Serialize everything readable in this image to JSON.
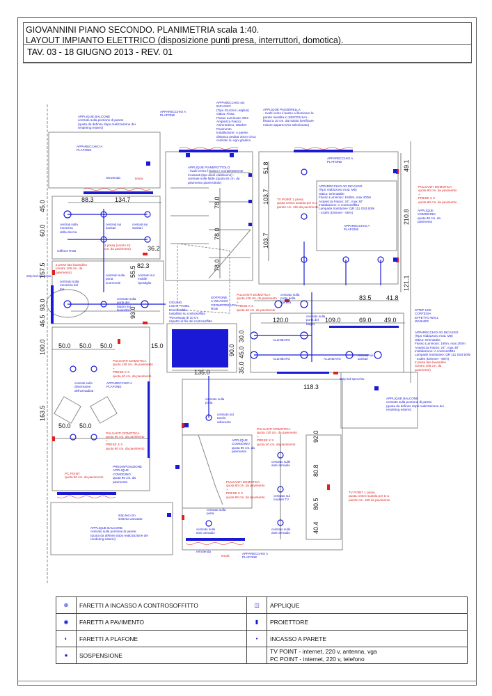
{
  "header": {
    "line1": "GIOVANNINI PIANO SECONDO. PLANIMETRIA scala 1:40.",
    "line2": "LAYOUT IMPIANTO ELETTRICO (disposizione punti presa, interruttori, domotica).",
    "revision": "TAV. 03 - 18 GIUGNO 2013 - REV. 01"
  },
  "colors": {
    "fixture": "#1a1ad6",
    "domotica": "#e02020",
    "wall": "#888888"
  },
  "plan": {
    "labels": [
      {
        "text": "APPLIQUE BALCONE\ncentrato sulla porzione di parete\n(quota da definire dopo realizzazione dei\nrendering esterni)"
      },
      {
        "text": "APPARECCHIO A\nPLAFONE"
      },
      {
        "text": "APPARECCHIO AD\nINCASSO\n(Tipo iGuzzini Ledplus)\nOttica: Fissa\nFlusso Luminoso: 80m\nAmpiezza Fascio:\nAsimmetrico, Washer\nPavimento\nInstallazione: A parete,\ndistanza pedata 30cm circa;\ncentrato su ogni gradino"
      },
      {
        "text": "APPLIQUE PASSERELLA\n- rivolti verso il basso a illuminare la\nparete rivestita in SENTOUSAI -\nfissati a 10 cm. dal solaio (verificare\nmisure apparecchio selezionato)"
      },
      {
        "text": "APPARECCHIO A\nPLAFONE"
      },
      {
        "text": "APPLIQUE PIANEROTTOLO\n- rivolti verso il basso e completamente\nincassati (tipo diodi vialsbuono) -\ncentrate sulle falde (quota 50 cm. da\npavimento pianerottolo)"
      },
      {
        "text": "retrotenda"
      },
      {
        "text": "tenda"
      },
      {
        "text": "centrati sulla\nmezzeria\ndella doccia"
      },
      {
        "text": "centrati sui\nsanitari"
      },
      {
        "text": "centrati sui\nsanitari"
      },
      {
        "text": "soffione RGB"
      },
      {
        "text": "1 presa (centro 40\ncm. da pavimento)"
      },
      {
        "text": "APPARECCHIO A\nPLAFONE"
      },
      {
        "text": "TV POINT 1 presa\nquota centro scatola per tv a\nparete cm. 150 da pavimento"
      },
      {
        "text": "APPARECCHIO AD INCASSO\n(Tipo Viabizzuno mod. M6)\nOttica: Orientabile\nFlusso Luminoso: 1bd0m, max 200m\nAmpiezza Fascio: 24°, max 30°\nInstallazione: A controsoffitto\nLampade Sostitutive: QR 111 G53 50W\n- 443lm (Dimmer - 80%)"
      },
      {
        "text": "APPARECCHIO A\nPLAFONE"
      },
      {
        "text": "PULSANTI DOMOTICA\nquota 60 cm. da pavimento\n+\nPRESE X 3\nquota 60 cm. da pavimento"
      },
      {
        "text": "APPLIQUE\nCOMODINO\nquota 90 cm. da\npavimento"
      },
      {
        "text": "2 prese lato lavandino\n(centro 106 cm. da\npavimento)"
      },
      {
        "text": "centrato sulla\nmezzeria del\ntop"
      },
      {
        "text": "strip led specchio"
      },
      {
        "text": "centrato sulla\nporta\nscorrevole"
      },
      {
        "text": "centrato sul\nmobile\nripostiglio"
      },
      {
        "text": "centrato sulla\nporta del\nbagno sul\nlavandino"
      },
      {
        "text": "CEILING\nLIGHT PANEL\nDimmerabile\nInstallato su controsoffitto\n*Recessato di 10 cm\nrispetto al filo del controsoffitto"
      },
      {
        "text": "SOFFIONE\nA INCASSO\nCROMOTERAPIA\nRGB"
      },
      {
        "text": "PULSANTI DOMOTICA\nquota 120 cm. da pavimento\n+\nPRESE X 3\nquota 40 cm. da pavimento"
      },
      {
        "text": "centrato sulla\nporta della\ncamera"
      },
      {
        "text": "centrato sulla\nporta del\nbagno"
      },
      {
        "text": "STRIP LED\nCORTESIA\nEFFETTO WALL\nWASHER"
      },
      {
        "text": "ALLINEATO"
      },
      {
        "text": "ALLINEATO"
      },
      {
        "text": "ALLINEATO"
      },
      {
        "text": "centrati sui\nsanitari"
      },
      {
        "text": "APPARECCHIO AD INCASSO\n(Tipo Viabizzuno mod. M6)\nOttica: Orientabile\nFlusso Luminoso: 160m, max 200m\nAmpiezza Fascio: 24°, max 30°\nInstallazione: A controsoffitto\nLampade Sostitutive: QR 111 G53 50W\n- 443lm (Dimmer - 80%)"
      },
      {
        "text": "2 prese lato lavandino\n(centro 106 cm. da\npavimento)"
      },
      {
        "text": "strip led specchio"
      },
      {
        "text": "APPLIQUE BALCONE\ncentrato sulla porzione di parete\n(quota da definire dopo realizzazione dei\nrendering esterni)"
      },
      {
        "text": "PULSANTI DOMOTICA\nquota 120 cm. da pavimento\n+\nPRESE X 3\nquota 40 cm. da pavimento"
      },
      {
        "text": "centrati sulla\ndimensione\ndell'armadio3"
      },
      {
        "text": "APPARECCHIO A\nPLAFONE"
      },
      {
        "text": "centrato sulla\nporta"
      },
      {
        "text": "centrato sul\ntavolo\nadiacente"
      },
      {
        "text": "PULSANTI DOMOTICA\nquota 120 cm. da pavimento\n+\nPRESE X 3\nquota 40 cm. da pavimento"
      },
      {
        "text": "PULSANTI DOMOTICA\nquota 60 cm. da pavimento\n+\nPRESE X 3\nquota 60 cm. da pavimento"
      },
      {
        "text": "APPLIQUE\nCOMODINO\nquota 90 cm. da\npavimento"
      },
      {
        "text": "PC POINT\nquota 50 cm. da pavimento"
      },
      {
        "text": "PREDISPOSIZIONE\nAPPLIQUE\nCOMODINO\nquota 90 cm. da\npavimento"
      },
      {
        "text": "PULSANTI DOMOTICA\nquota 60 cm. da pavimento\n+\nPRESE X 3\nquota 60 cm. da pavimento"
      },
      {
        "text": "centrato sulle\nante armadio"
      },
      {
        "text": "centrato sul\nmodulo TV"
      },
      {
        "text": "centrato sulle\nante armadio"
      },
      {
        "text": "TV POINT 1 presa\nquota centro scatola per tv a\nparete cm. 100 da pavimento"
      },
      {
        "text": "strip led con\nsistema zanzatto"
      },
      {
        "text": "APPLIQUE BALCONE\ncentrato sulla porzione di parete\n(quota da definire dopo realizzazione dei\nrendering esterni)"
      },
      {
        "text": "centrato sulla\nporta"
      },
      {
        "text": "centrato sulle\nante armadio"
      },
      {
        "text": "APPARECCHIO A\nPLAFONE"
      },
      {
        "text": "retrotenda"
      },
      {
        "text": "tenda"
      }
    ],
    "dimensions": [
      "88.3",
      "134.7",
      "36.2",
      "82.3",
      "83.5",
      "41.8",
      "120.0",
      "109.0",
      "69.0",
      "49.0",
      "50.0",
      "50.0",
      "50.0",
      "15.0",
      "135.0",
      "118.3",
      "50.0",
      "50.0"
    ],
    "vdimensions": [
      "45.0",
      "60.0",
      "157.5",
      "93.0",
      "46.5",
      "100.0",
      "163.5",
      "55.5",
      "93.0",
      "78.0",
      "78.0",
      "78.0",
      "51.8",
      "103.7",
      "103.7",
      "49.1",
      "210.8",
      "121.1",
      "30.0",
      "45.0",
      "35.0",
      "90.0",
      "92.0",
      "80.8",
      "80.5",
      "40.4"
    ]
  },
  "legend": {
    "rows": [
      {
        "icon": "recessed-ceiling-spot-icon",
        "label": "FARETTI A INCASSO A CONTROSOFFITTO",
        "icon2": "applique-icon",
        "label2": "APPLIQUE"
      },
      {
        "icon": "floor-spot-icon",
        "label": "FARETTI A PAVIMENTO",
        "icon2": "projector-icon",
        "label2": "PROIETTORE"
      },
      {
        "icon": "ceiling-spot-icon",
        "label": "FARETTI A PLAFONE",
        "icon2": "wall-recessed-icon",
        "label2": "INCASSO A PARETE"
      },
      {
        "icon": "pendant-icon",
        "label": "SOSPENSIONE",
        "label2": "TV POINT - internet, 220 v, antenna, vga",
        "label3": "PC POINT - internet, 220 v, telefono"
      }
    ]
  }
}
